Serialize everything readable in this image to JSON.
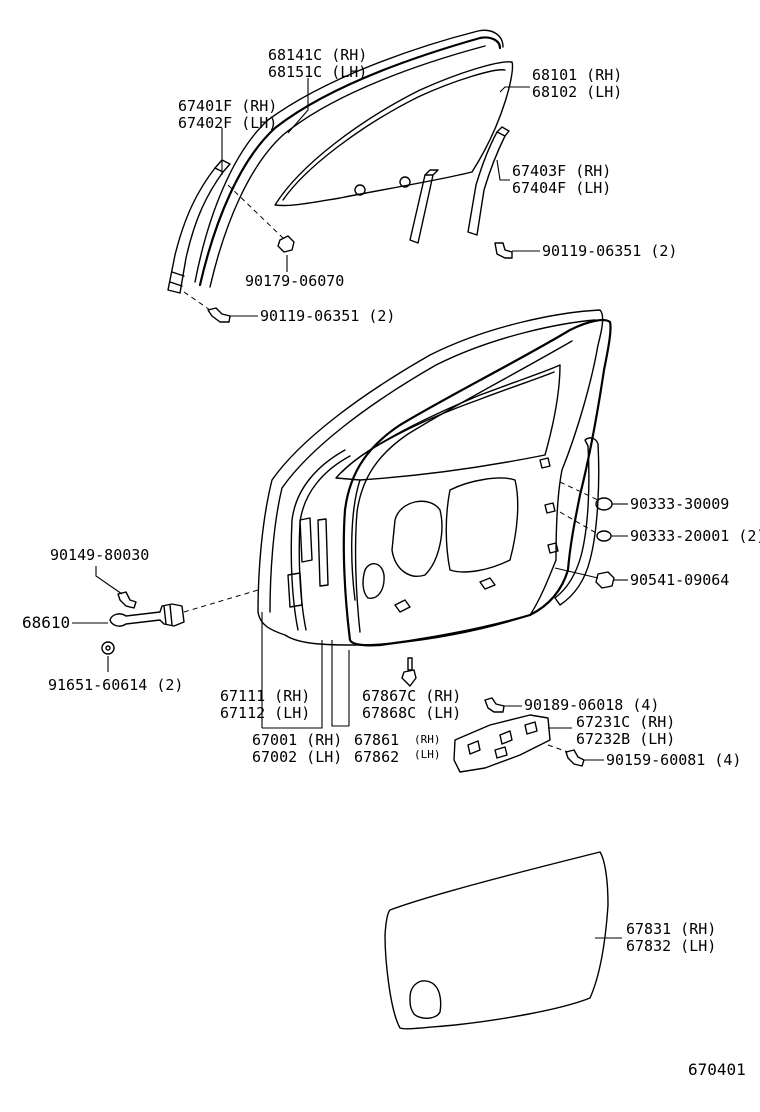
{
  "diagram_id": "670401",
  "labels": {
    "l68141c": "68141C (RH)",
    "l68151c": "68151C (LH)",
    "l68101": "68101 (RH)",
    "l68102": "68102 (LH)",
    "l67401f": "67401F (RH)",
    "l67402f": "67402F (LH)",
    "l67403f": "67403F (RH)",
    "l67404f": "67404F (LH)",
    "l90119a": "90119-06351 (2)",
    "l90179": "90179-06070",
    "l90119b": "90119-06351 (2)",
    "l90333a": "90333-30009",
    "l90333b": "90333-20001 (2)",
    "l90541": "90541-09064",
    "l90149": "90149-80030",
    "l68610": "68610",
    "l91651": "91651-60614 (2)",
    "l67111": "67111 (RH)",
    "l67112": "67112 (LH)",
    "l67867c": "67867C (RH)",
    "l67868c": "67868C (LH)",
    "l90189": "90189-06018 (4)",
    "l67231c": "67231C (RH)",
    "l67232b": "67232B (LH)",
    "l67001": "67001 (RH)",
    "l67002": "67002 (LH)",
    "l67861": "67861",
    "l67861rh": "(RH)",
    "l67862": "67862",
    "l67862lh": "(LH)",
    "l90159": "90159-60081 (4)",
    "l67831": "67831 (RH)",
    "l67832": "67832 (LH)"
  }
}
